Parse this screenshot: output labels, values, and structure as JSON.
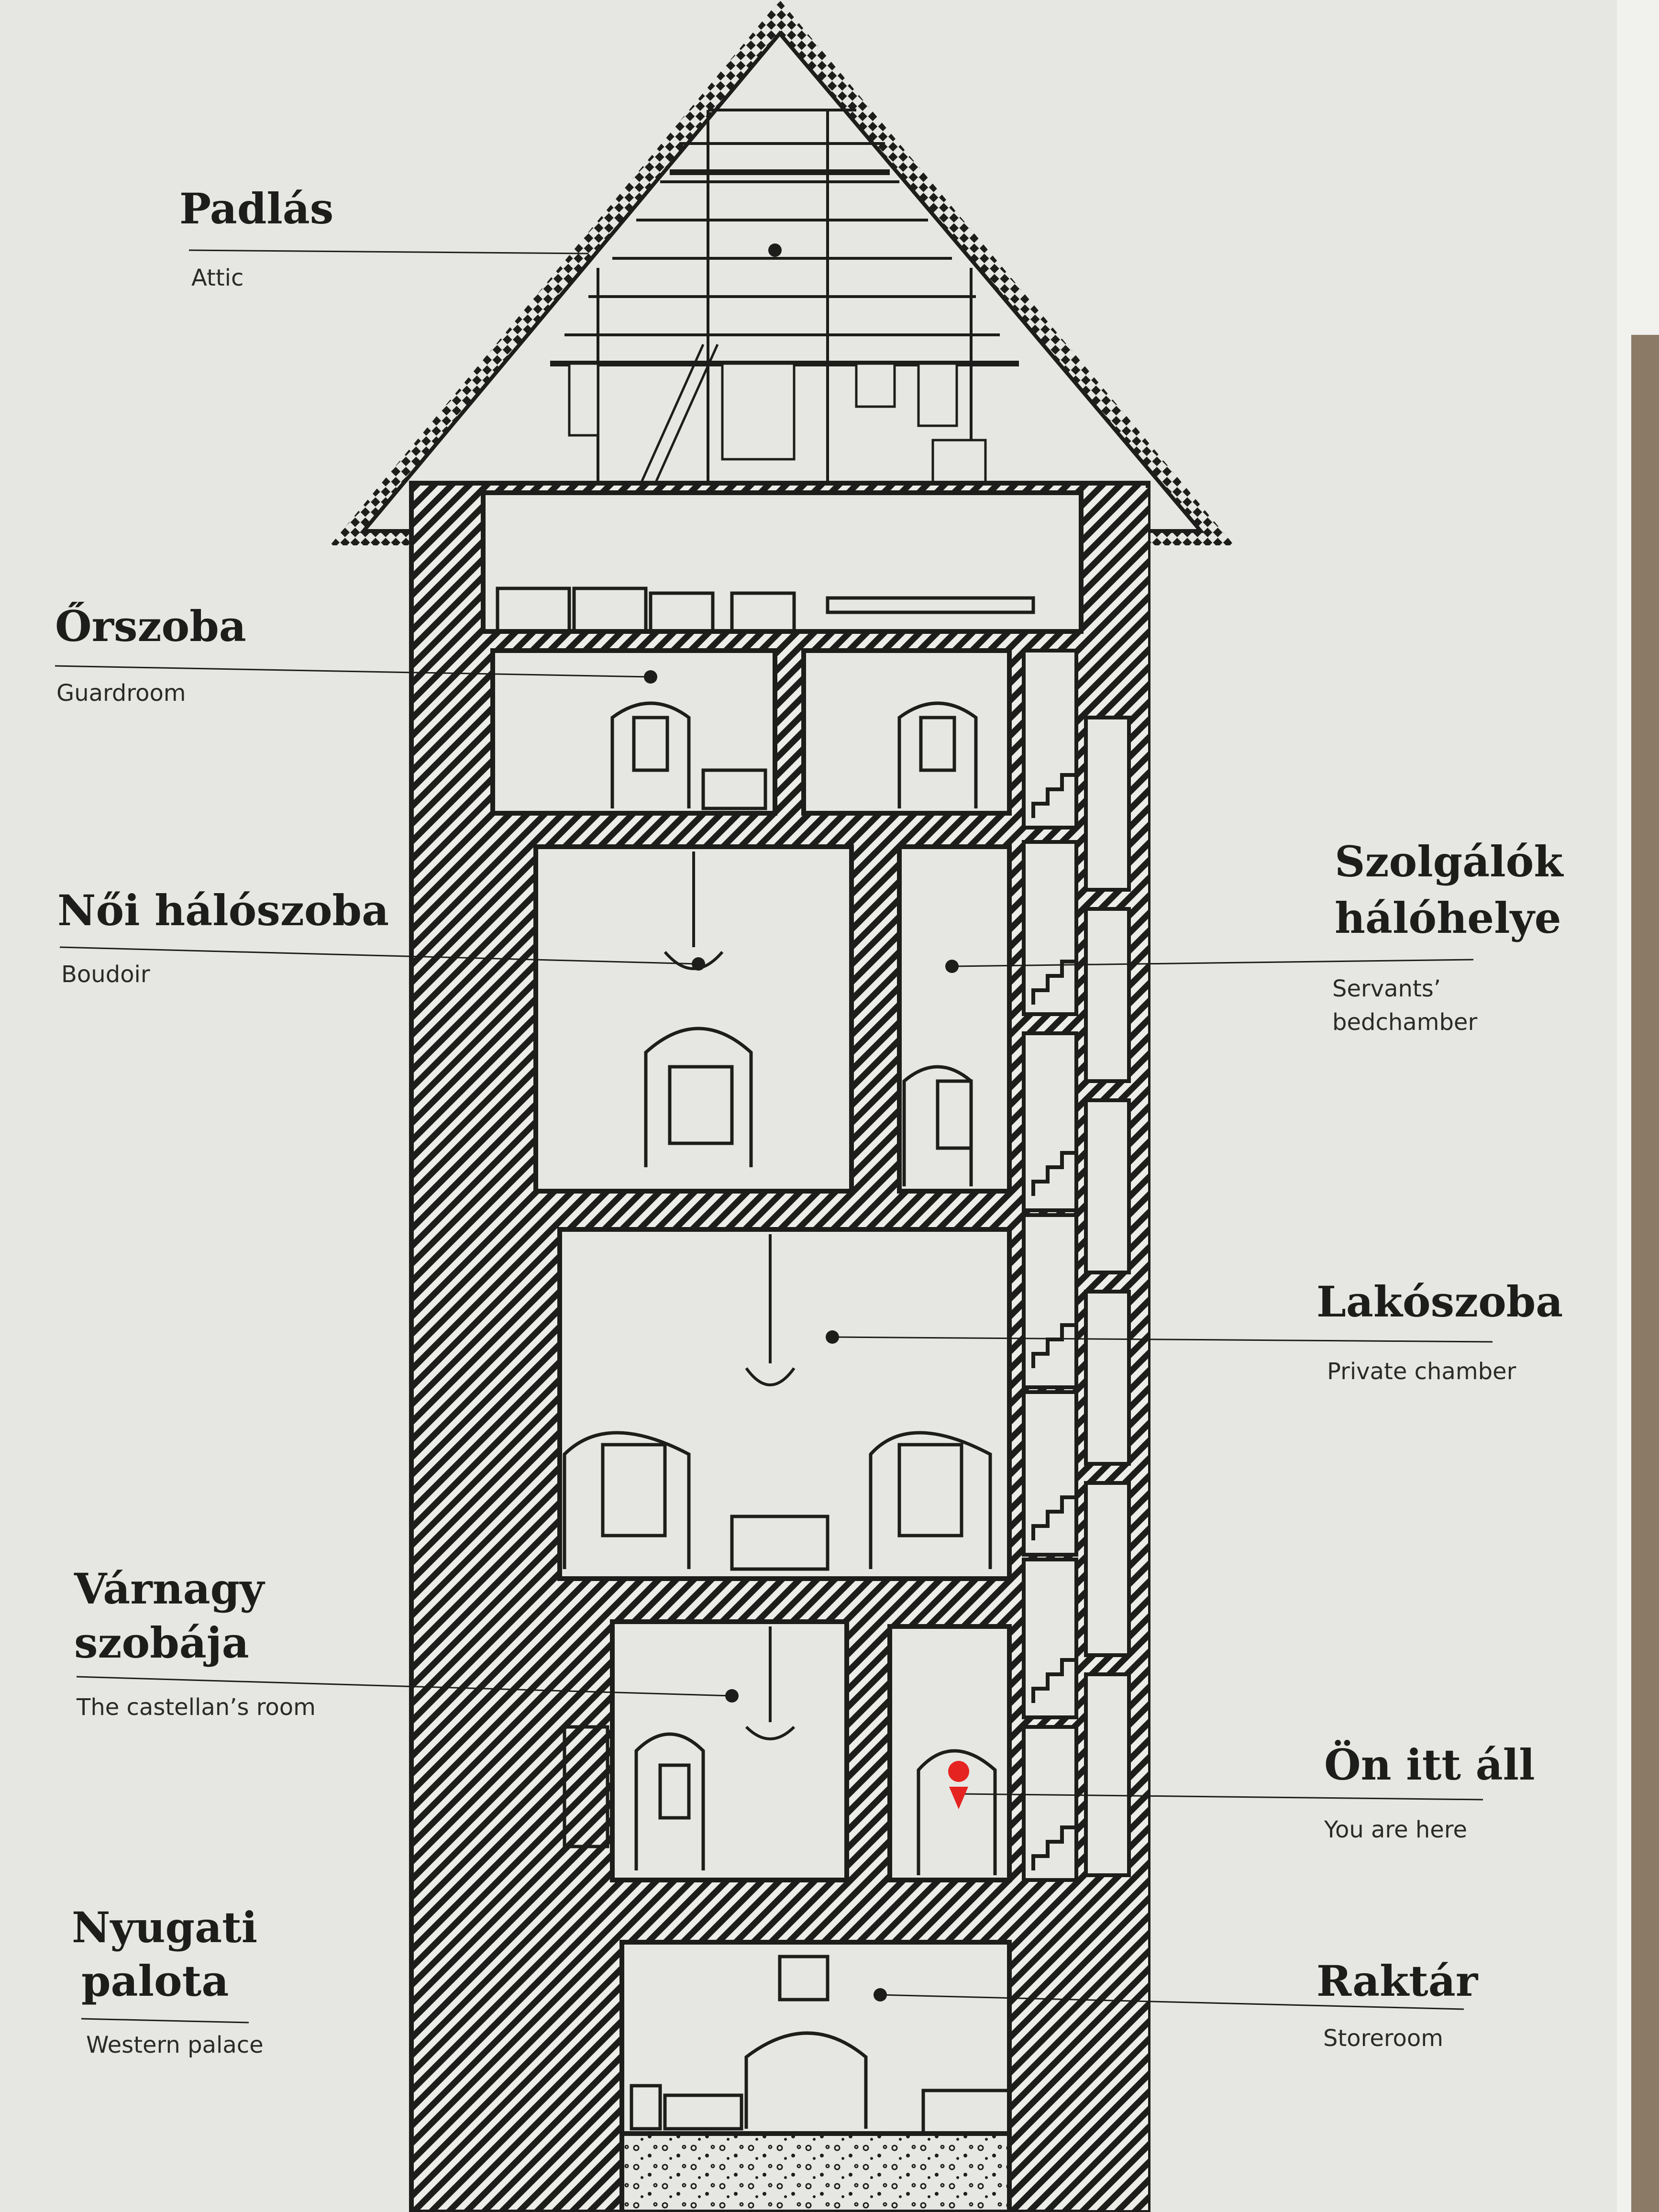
{
  "labels": {
    "attic": {
      "hu": "Padlás",
      "en": "Attic"
    },
    "guardroom": {
      "hu": "Őrszoba",
      "en": "Guardroom"
    },
    "boudoir": {
      "hu": "Női hálószoba",
      "en": "Boudoir"
    },
    "servants": {
      "hu_line1": "Szolgálók",
      "hu_line2": "hálóhelye",
      "en_line1": "Servants’",
      "en_line2": "bedchamber"
    },
    "private": {
      "hu": "Lakószoba",
      "en": "Private chamber"
    },
    "castellan": {
      "hu_line1": "Várnagy",
      "hu_line2": "szobája",
      "en": "The castellan’s room"
    },
    "here": {
      "hu": "Ön itt áll",
      "en": "You are here"
    },
    "western": {
      "hu_line1": "Nyugati",
      "hu_line2": "palota",
      "en": "Western palace"
    },
    "storeroom": {
      "hu": "Raktár",
      "en": "Storeroom"
    }
  },
  "colors": {
    "ink": "#1d1d1b",
    "board": "#e6e7e2",
    "marker": "#e52421"
  }
}
